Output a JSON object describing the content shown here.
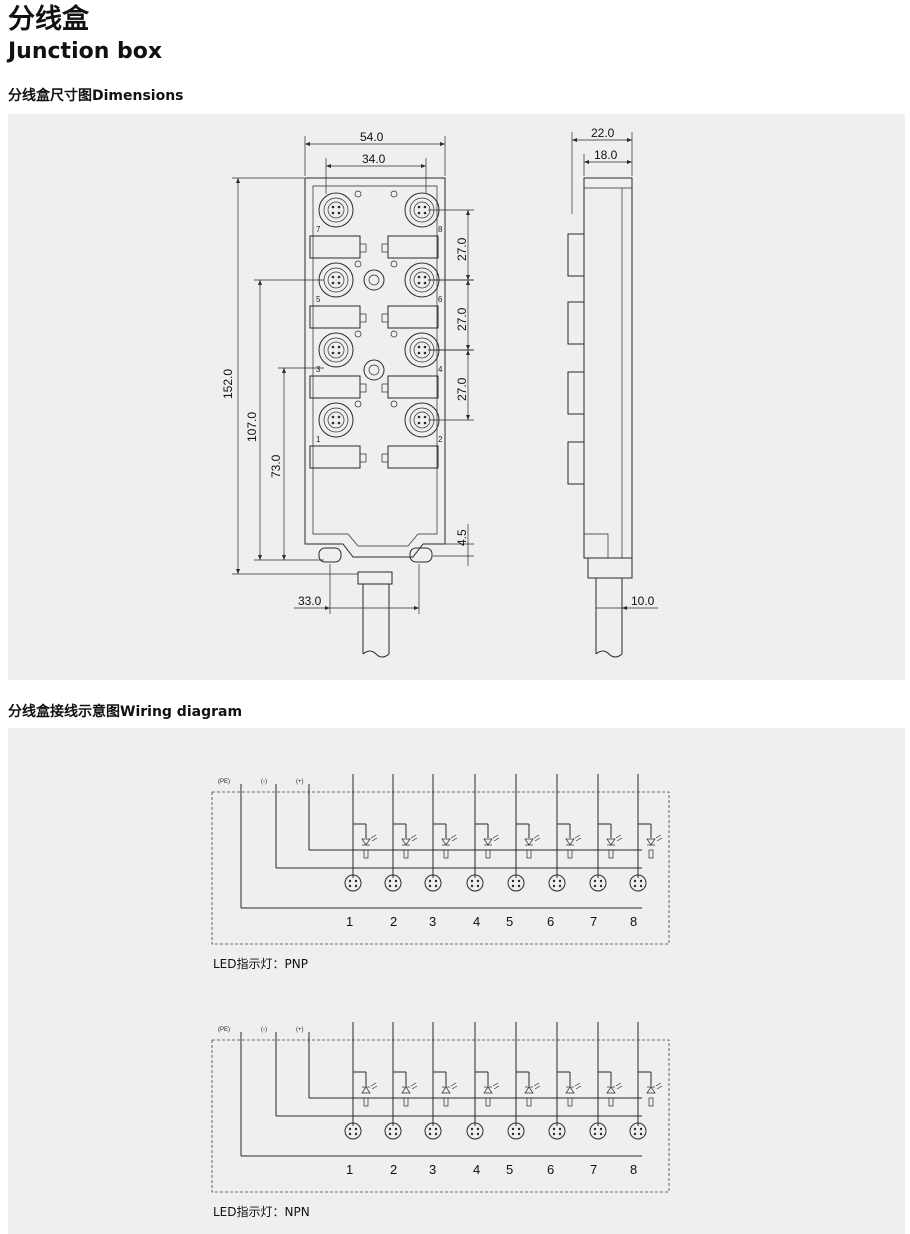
{
  "header": {
    "title_cn": "分线盒",
    "title_en": "Junction box"
  },
  "dimensions_section": {
    "title": "分线盒尺寸图Dimensions",
    "front_view": {
      "width_outer": "54.0",
      "width_inner": "34.0",
      "height_total": "152.0",
      "height_port_1_2": "107.0",
      "height_port_3_4": "73.0",
      "spacing_1": "27.0",
      "spacing_2": "27.0",
      "spacing_3": "27.0",
      "mount_offset": "4.5",
      "cable_offset": "33.0",
      "port_labels": [
        "7",
        "8",
        "5",
        "6",
        "3",
        "4",
        "1",
        "2"
      ]
    },
    "side_view": {
      "depth_outer": "22.0",
      "depth_inner": "18.0",
      "cable_depth": "10.0"
    }
  },
  "wiring_section": {
    "title": "分线盒接线示意图Wiring diagram",
    "rail_labels": [
      "(PE)",
      "(-)",
      "(+)"
    ],
    "connector_numbers": [
      "1",
      "2",
      "3",
      "4",
      "5",
      "6",
      "7",
      "8"
    ],
    "pnp_caption": "LED指示灯：PNP",
    "npn_caption": "LED指示灯：NPN"
  }
}
